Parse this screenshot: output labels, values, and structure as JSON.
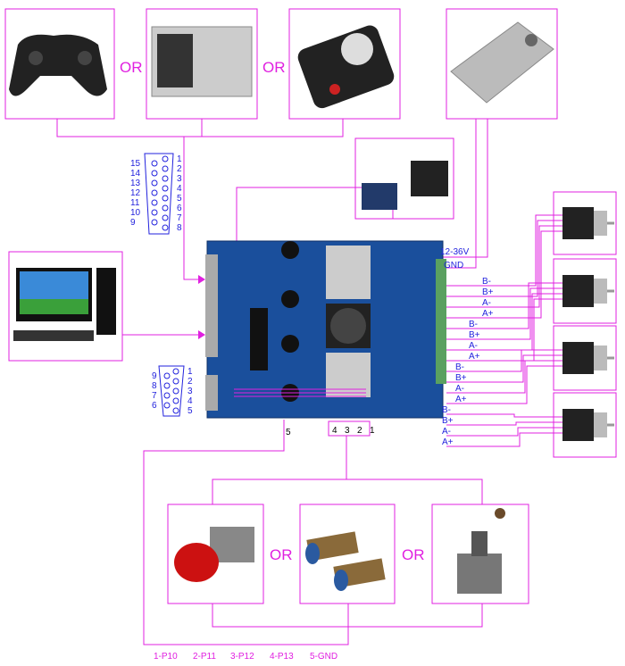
{
  "connector_word": "OR",
  "power": {
    "voltage": "12-36V",
    "ground": "GND"
  },
  "motor_pins": [
    "B-",
    "B+",
    "A-",
    "A+"
  ],
  "db15": {
    "left_pins": [
      "15",
      "14",
      "13",
      "12",
      "11",
      "10",
      "9"
    ],
    "right_pins": [
      "1",
      "2",
      "3",
      "4",
      "5",
      "6",
      "7",
      "8"
    ]
  },
  "db9": {
    "left_pins": [
      "9",
      "8",
      "7",
      "6"
    ],
    "right_pins": [
      "1",
      "2",
      "3",
      "4",
      "5"
    ]
  },
  "limit_pins": [
    "4",
    "3",
    "2",
    "1"
  ],
  "common_pin": "5",
  "pin_map": [
    "1-P10",
    "2-P11",
    "3-P12",
    "4-P13",
    "5-GND"
  ],
  "colors": {
    "wire": "#e020e0",
    "label": "#2222dd",
    "board": "#1a4f9c",
    "terminal": "#5aa060"
  }
}
